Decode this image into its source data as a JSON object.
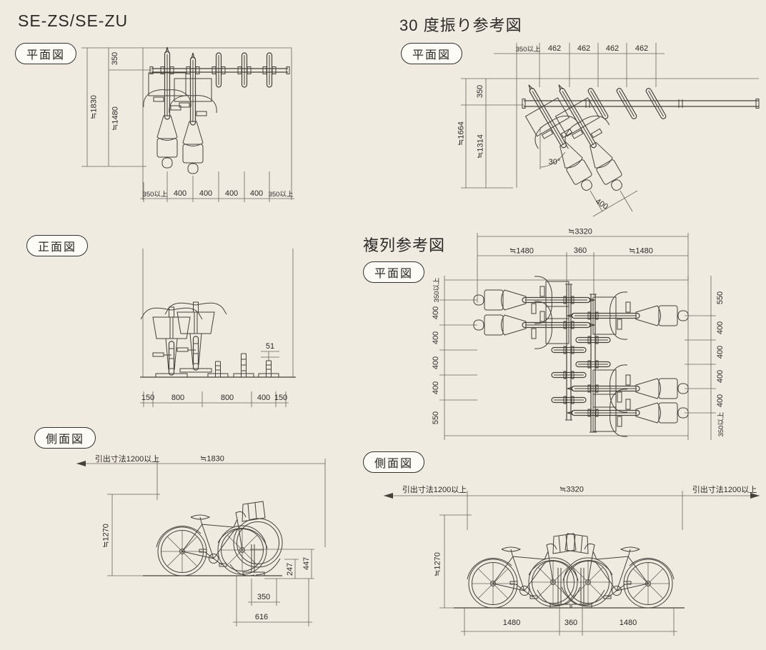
{
  "page": {
    "title": "SE-ZS/SE-ZU"
  },
  "single": {
    "plan": {
      "badge": "平面図",
      "dim_350": "350",
      "dim_1830": "≒1830",
      "dim_1480": "≒1480",
      "bottom": [
        "350以上",
        "400",
        "400",
        "400",
        "400",
        "350以上"
      ]
    },
    "front": {
      "badge": "正面図",
      "dim_51": "51",
      "bottom": [
        "150",
        "800",
        "800",
        "400",
        "150"
      ]
    },
    "side": {
      "badge": "側面図",
      "pullout": "引出寸法1200以上",
      "dim_1830": "≒1830",
      "dim_1270": "≒1270",
      "dim_247": "247",
      "dim_447": "447",
      "dim_350": "350",
      "dim_616": "616"
    }
  },
  "swing30": {
    "title": "30 度振り参考図",
    "plan": {
      "badge": "平面図",
      "top": [
        "350以上",
        "462",
        "462",
        "462",
        "462"
      ],
      "dim_350": "350",
      "dim_1664": "≒1664",
      "dim_1314": "≒1314",
      "angle": "30°",
      "pitch": "400"
    }
  },
  "double": {
    "title": "複列参考図",
    "plan": {
      "badge": "平面図",
      "dim_3320": "≒3320",
      "dim_1480_l": "≒1480",
      "dim_360": "360",
      "dim_1480_r": "≒1480",
      "left": [
        "350以上",
        "400",
        "400",
        "400",
        "400",
        "550"
      ],
      "right": [
        "550",
        "400",
        "400",
        "400",
        "400",
        "350以上"
      ]
    },
    "side": {
      "badge": "側面図",
      "pullout_l": "引出寸法1200以上",
      "dim_3320": "≒3320",
      "pullout_r": "引出寸法1200以上",
      "dim_1270": "≒1270",
      "bottom": [
        "1480",
        "360",
        "1480"
      ]
    }
  }
}
